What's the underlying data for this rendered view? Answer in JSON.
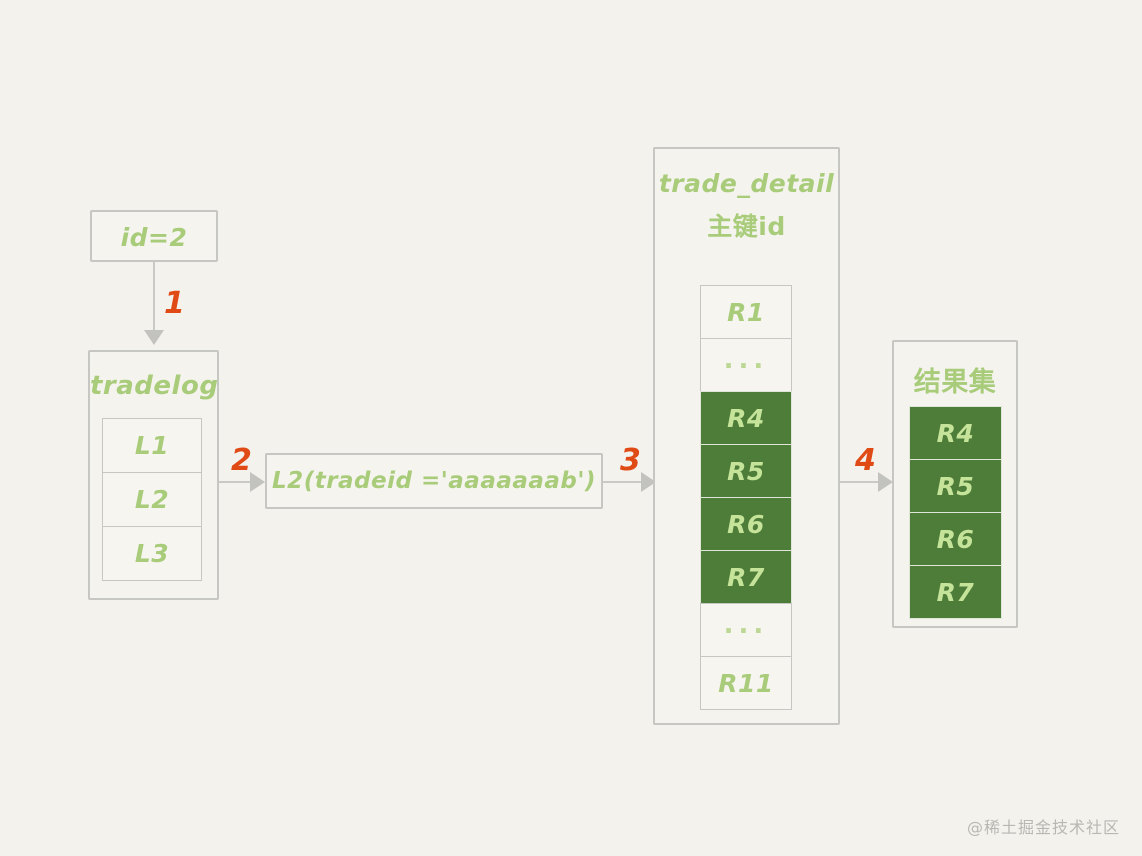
{
  "canvas": {
    "background": "#f4f2ed",
    "ink_green": "#a8cc7a",
    "highlight_green": "#4d7d39",
    "highlight_text": "#c6e39a",
    "accent_orange": "#e04a15",
    "stroke_gray": "#c6c6c2"
  },
  "nodes": {
    "id_filter": {
      "label": "id=2"
    },
    "tradelog": {
      "title": "tradelog",
      "rows": [
        {
          "label": "L1",
          "highlight": false
        },
        {
          "label": "L2",
          "highlight": false
        },
        {
          "label": "L3",
          "highlight": false
        }
      ]
    },
    "lookup_key": {
      "label": "L2(tradeid ='aaaaaaab')"
    },
    "trade_detail": {
      "title_line1": "trade_detail",
      "title_line2": "主键id",
      "rows": [
        {
          "label": "R1",
          "highlight": false,
          "kind": "row"
        },
        {
          "label": "...",
          "highlight": false,
          "kind": "ellipsis"
        },
        {
          "label": "R4",
          "highlight": true,
          "kind": "row"
        },
        {
          "label": "R5",
          "highlight": true,
          "kind": "row"
        },
        {
          "label": "R6",
          "highlight": true,
          "kind": "row"
        },
        {
          "label": "R7",
          "highlight": true,
          "kind": "row"
        },
        {
          "label": "...",
          "highlight": false,
          "kind": "ellipsis"
        },
        {
          "label": "R11",
          "highlight": false,
          "kind": "row"
        }
      ]
    },
    "result_set": {
      "title": "结果集",
      "rows": [
        {
          "label": "R4",
          "highlight": true
        },
        {
          "label": "R5",
          "highlight": true
        },
        {
          "label": "R6",
          "highlight": true
        },
        {
          "label": "R7",
          "highlight": true
        }
      ]
    }
  },
  "steps": [
    {
      "number": "1"
    },
    {
      "number": "2"
    },
    {
      "number": "3"
    },
    {
      "number": "4"
    }
  ],
  "watermark": {
    "text": "@稀土掘金技术社区"
  }
}
